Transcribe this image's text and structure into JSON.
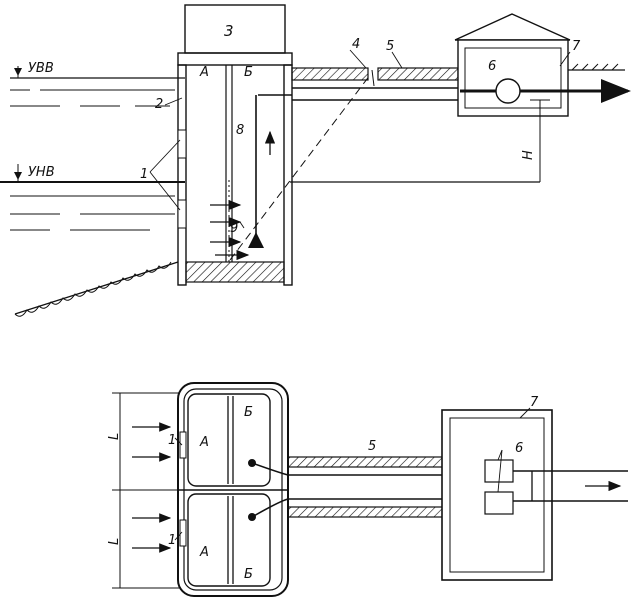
{
  "labels": {
    "uvv": "УВВ",
    "unv": "УНВ",
    "n1": "1",
    "n2": "2",
    "n3": "3",
    "n4": "4",
    "n5": "5",
    "n6": "6",
    "n7": "7",
    "n8": "8",
    "n9": "9",
    "chamber_a": "А",
    "chamber_b": "Б",
    "head": "H",
    "length": "L"
  },
  "colors": {
    "line": "#111111",
    "background": "#ffffff"
  }
}
